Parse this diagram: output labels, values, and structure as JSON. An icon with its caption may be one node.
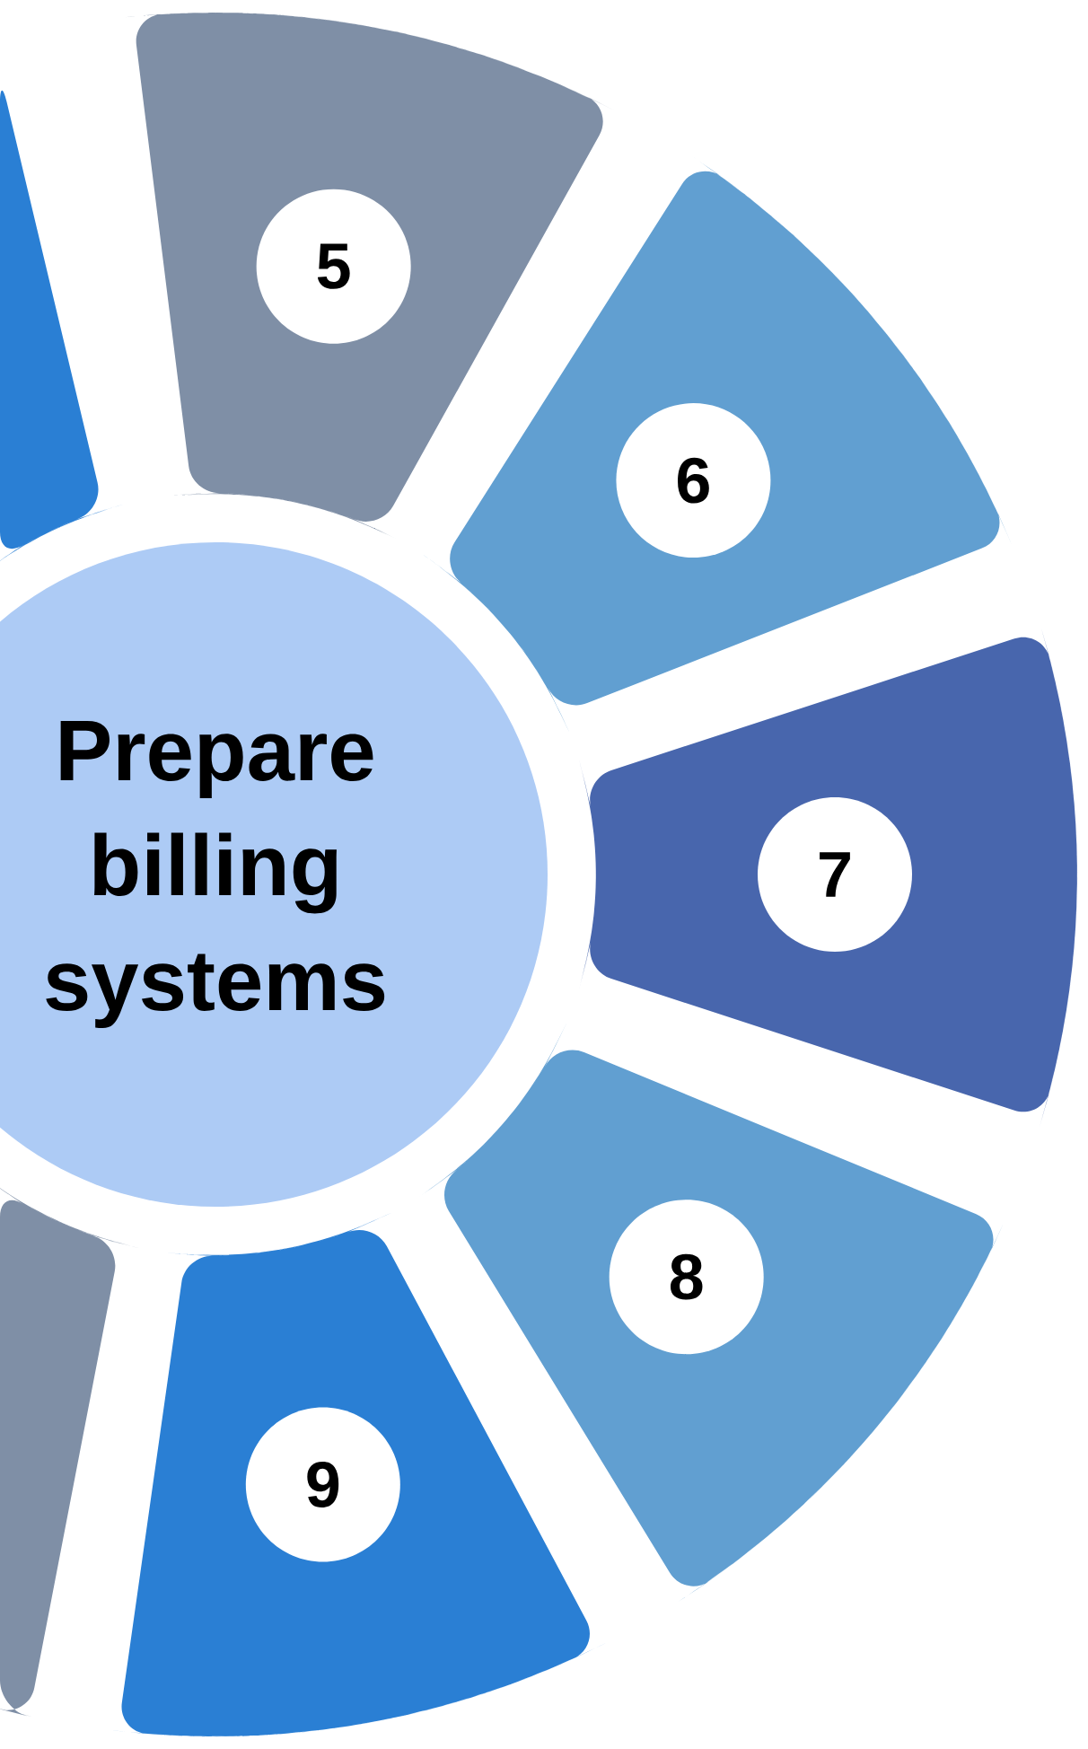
{
  "diagram": {
    "nodes": [
      {
        "text": [
          "Prepare billing systems"
        ]
      },
      {
        "text": [],
        "shape": "segment"
      },
      {
        "text": [
          "5"
        ]
      },
      {
        "text": [
          "6"
        ]
      },
      {
        "text": [
          "7"
        ]
      },
      {
        "text": [
          "8"
        ]
      },
      {
        "text": [
          "9"
        ]
      },
      {
        "text": [],
        "shape": "segment"
      }
    ]
  }
}
